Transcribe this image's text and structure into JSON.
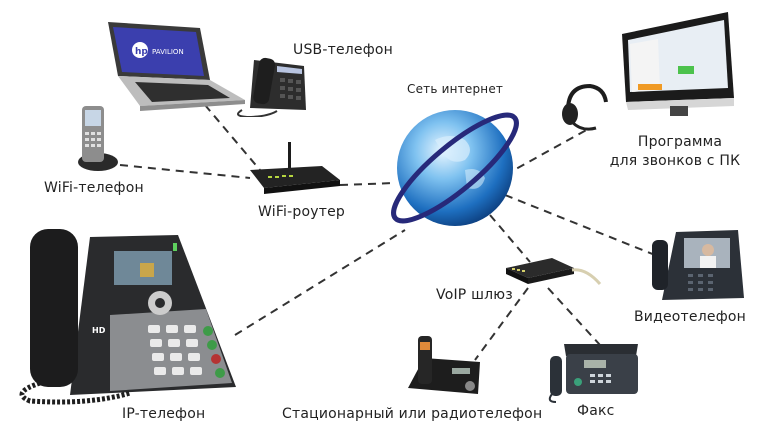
{
  "diagram": {
    "center": {
      "label": "Сеть интернет"
    },
    "nodes": [
      {
        "id": "usb-phone",
        "label": "USB-телефон"
      },
      {
        "id": "softphone",
        "label_line1": "Программа",
        "label_line2": "для звонков с ПК"
      },
      {
        "id": "wifi-phone",
        "label": "WiFi-телефон"
      },
      {
        "id": "wifi-router",
        "label": "WiFi-роутер"
      },
      {
        "id": "voip-gateway",
        "label": "VoIP шлюз"
      },
      {
        "id": "video-phone",
        "label": "Видеотелефон"
      },
      {
        "id": "ip-phone",
        "label": "IP-телефон"
      },
      {
        "id": "landline-phone",
        "label": "Стационарный или радиотелефон"
      },
      {
        "id": "fax",
        "label": "Факс"
      }
    ],
    "device_brands": {
      "laptop": "hp PAVILION",
      "ip_phone": "HD"
    },
    "edges": [
      [
        "laptop",
        "wifi-router"
      ],
      [
        "wifi-phone",
        "wifi-router"
      ],
      [
        "wifi-router",
        "internet"
      ],
      [
        "ip-phone",
        "internet"
      ],
      [
        "internet",
        "softphone"
      ],
      [
        "internet",
        "video-phone"
      ],
      [
        "internet",
        "voip-gateway"
      ],
      [
        "voip-gateway",
        "landline-phone"
      ],
      [
        "voip-gateway",
        "fax"
      ]
    ],
    "colors": {
      "globe": "#2a7fd0",
      "line": "#333333",
      "device": "#2b2b2b"
    }
  }
}
